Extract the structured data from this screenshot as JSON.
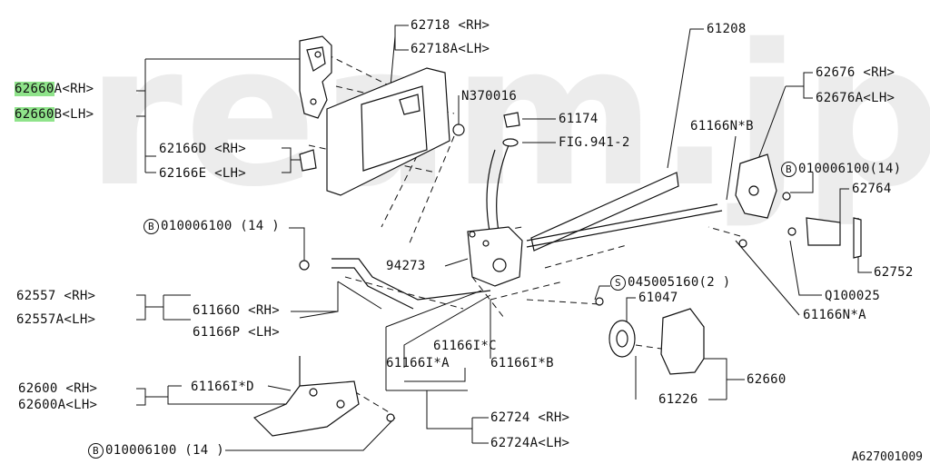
{
  "watermark": "ream.jp",
  "diagram_id": "A627001009",
  "labels": {
    "p62660A_num": "62660",
    "p62660A_suffix": "A<RH>",
    "p62660B_num": "62660",
    "p62660B_suffix": "B<LH>",
    "p62718": "62718 <RH>",
    "p62718A": "62718A<LH>",
    "n370016": "N370016",
    "p61174": "61174",
    "fig941": "FIG.941-2",
    "p62166D": "62166D <RH>",
    "p62166E": "62166E <LH>",
    "p61208": "61208",
    "p62676": "62676 <RH>",
    "p62676A": "62676A<LH>",
    "p61166NB": "61166N*B",
    "b010006100_right": "010006100(14)",
    "p62764": "62764",
    "b010006100_left": "010006100 (14 )",
    "p94273": "94273",
    "p62752": "62752",
    "s045005160": "045005160(2 )",
    "p61047": "61047",
    "q100025": "Q100025",
    "p61166NA": "61166N*A",
    "p62557": "62557 <RH>",
    "p62557A": "62557A<LH>",
    "p61166O": "61166O <RH>",
    "p61166P": "61166P <LH>",
    "p61166IC": "61166I*C",
    "p61166IA": "61166I*A",
    "p61166IB": "61166I*B",
    "p62660": "62660",
    "p62600": "62600 <RH>",
    "p62600A": "62600A<LH>",
    "p61166ID": "61166I*D",
    "p61226": "61226",
    "p62724": "62724 <RH>",
    "p62724A": "62724A<LH>",
    "b010006100_bottom": "010006100 (14 )"
  },
  "symbols": {
    "bolt_b": "B",
    "bolt_s": "S"
  }
}
